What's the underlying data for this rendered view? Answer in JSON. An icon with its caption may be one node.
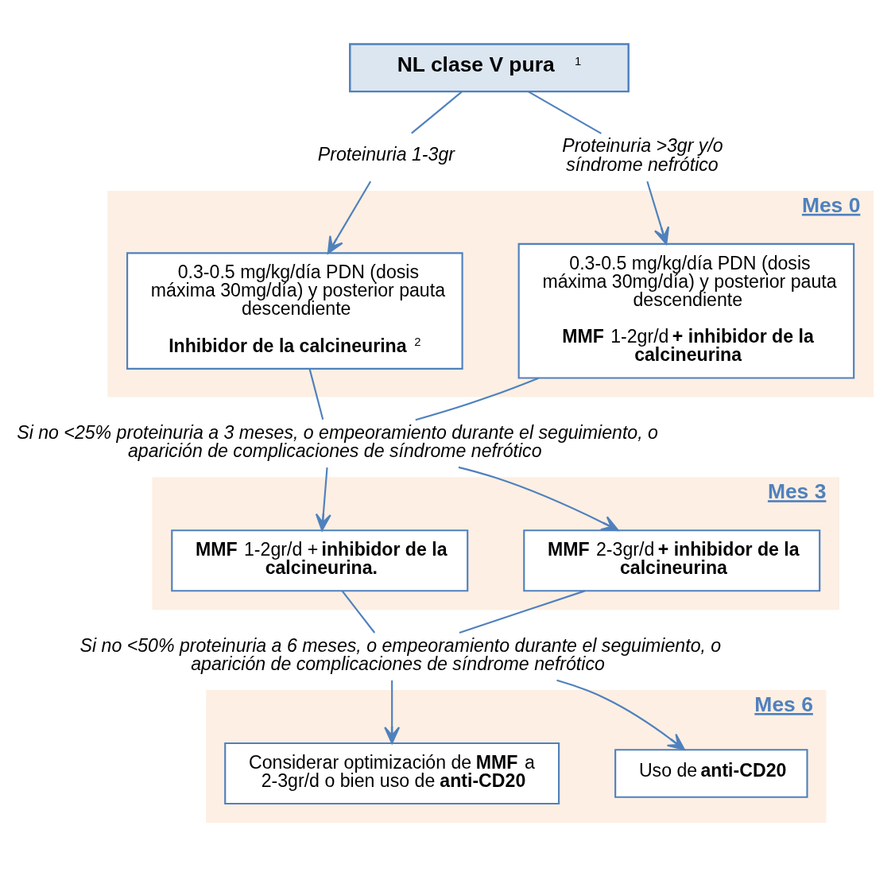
{
  "diagram": {
    "nodes": [
      {
        "text": [
          "**NL clase V pura** $^{1}$"
        ]
      },
      {
        "text": [
          "Proteinuria 1-3gr"
        ]
      },
      {
        "text": [
          "Proteinuria >3gr y/o síndrome nefrótico"
        ]
      },
      {
        "text": [
          "Mes 0"
        ]
      },
      {
        "text": [
          "0.3-0.5 mg/kg/día PDN (dosis máxima 30mg/día) y posterior pauta descendiente",
          "**Inhibidor de la calcineurina**$^{2}$"
        ],
        "in": 3
      },
      {
        "text": [
          "0.3-0.5 mg/kg/día PDN (dosis máxima 30mg/día) y posterior pauta descendiente",
          "**MMF** 1-2gr/d **+ inhibidor de la calcineurina**"
        ],
        "in": 3
      },
      {
        "text": [
          "Si no <25% proteinuria a 3 meses, o empeoramiento durante el seguimiento, o aparición de complicaciones de síndrome nefrótico"
        ]
      },
      {
        "text": [
          "Mes 3"
        ]
      },
      {
        "text": [
          "**MMF** 1-2gr/d + **inhibidor de la calcineurina**."
        ],
        "in": 7
      },
      {
        "text": [
          "**MMF** 2-3gr/d **+ inhibidor de la calcineurina**"
        ],
        "in": 7
      },
      {
        "text": [
          "Si no <50% proteinuria a 6 meses, o empeoramiento durante el seguimiento, o aparición de complicaciones de síndrome nefrótico"
        ]
      },
      {
        "text": [
          "Mes 6"
        ]
      },
      {
        "text": [
          "Considerar optimización de **MMF** a 2-3gr/d o bien uso de **anti-CD20**"
        ],
        "in": 11
      },
      {
        "text": [
          "Uso de **anti-CD20**"
        ],
        "in": 11
      }
    ],
    "edges": [
      {
        "from": 0,
        "to": 1,
        "arrow": "none"
      },
      {
        "from": 0,
        "to": 2,
        "arrow": "none"
      },
      {
        "from": 1,
        "to": 4,
        "arrow": "to"
      },
      {
        "from": 2,
        "to": 5,
        "arrow": "to"
      },
      {
        "from": 4,
        "to": 6,
        "arrow": "none"
      },
      {
        "from": 5,
        "to": 6,
        "arrow": "none"
      },
      {
        "from": 6,
        "to": 8,
        "arrow": "to"
      },
      {
        "from": 6,
        "to": 9,
        "arrow": "to"
      },
      {
        "from": 8,
        "to": 10,
        "arrow": "none"
      },
      {
        "from": 9,
        "to": 10,
        "arrow": "none"
      },
      {
        "from": 10,
        "to": 12,
        "arrow": "to"
      },
      {
        "from": 10,
        "to": 13,
        "arrow": "to"
      }
    ]
  }
}
